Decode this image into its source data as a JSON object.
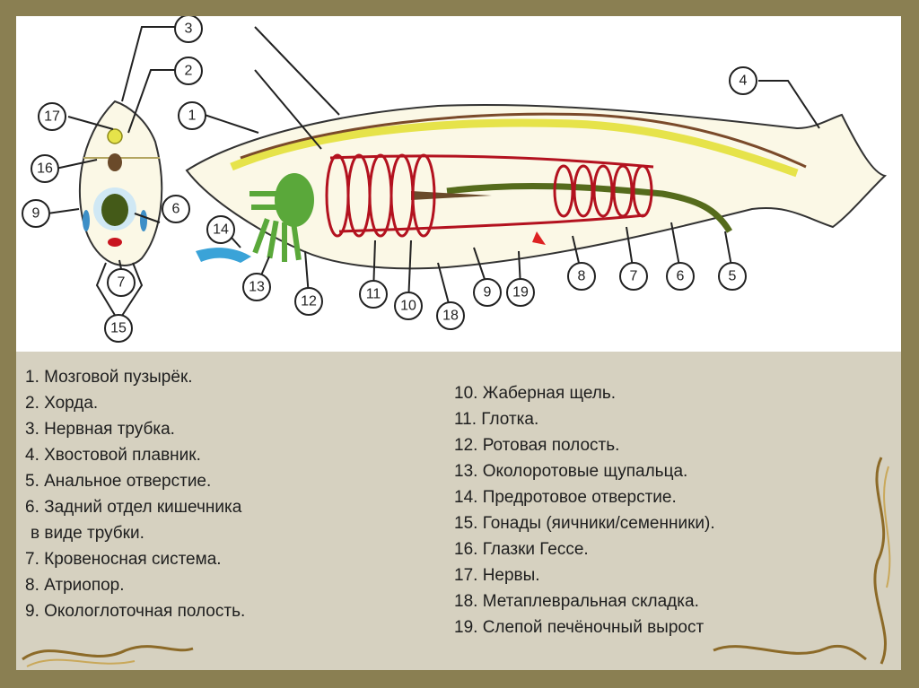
{
  "diagram": {
    "labels": [
      "1",
      "2",
      "3",
      "4",
      "5",
      "6",
      "7",
      "8",
      "9",
      "10",
      "11",
      "12",
      "13",
      "14",
      "15",
      "16",
      "17",
      "18",
      "19"
    ],
    "colors": {
      "notochord": "#e6e34a",
      "nerve_tube": "#7a4a2a",
      "blood_vessels": "#b3121f",
      "gut": "#556b1c",
      "tentacles": "#5aa83a",
      "water_arrow": "#3aa3d8",
      "body_fill": "#fbf8e6"
    }
  },
  "legend": {
    "left": [
      "1. Мозговой пузырёк.",
      "2. Хорда.",
      "3. Нервная трубка.",
      "4. Хвостовой плавник.",
      "5. Анальное отверстие.",
      "6. Задний отдел кишечника",
      " в виде трубки.",
      "7. Кровеносная система.",
      "8. Атриопор.",
      "9. Окологлоточная полость."
    ],
    "right": [
      "10. Жаберная щель.",
      "11. Глотка.",
      "12. Ротовая полость.",
      "13. Околоротовые щупальца.",
      "14. Предротовое отверстие.",
      "15. Гонады (яичники/семенники).",
      "16. Глазки Гессе.",
      "17. Нервы.",
      "18. Метаплевральная складка.",
      "19. Слепой печёночный вырост"
    ]
  }
}
